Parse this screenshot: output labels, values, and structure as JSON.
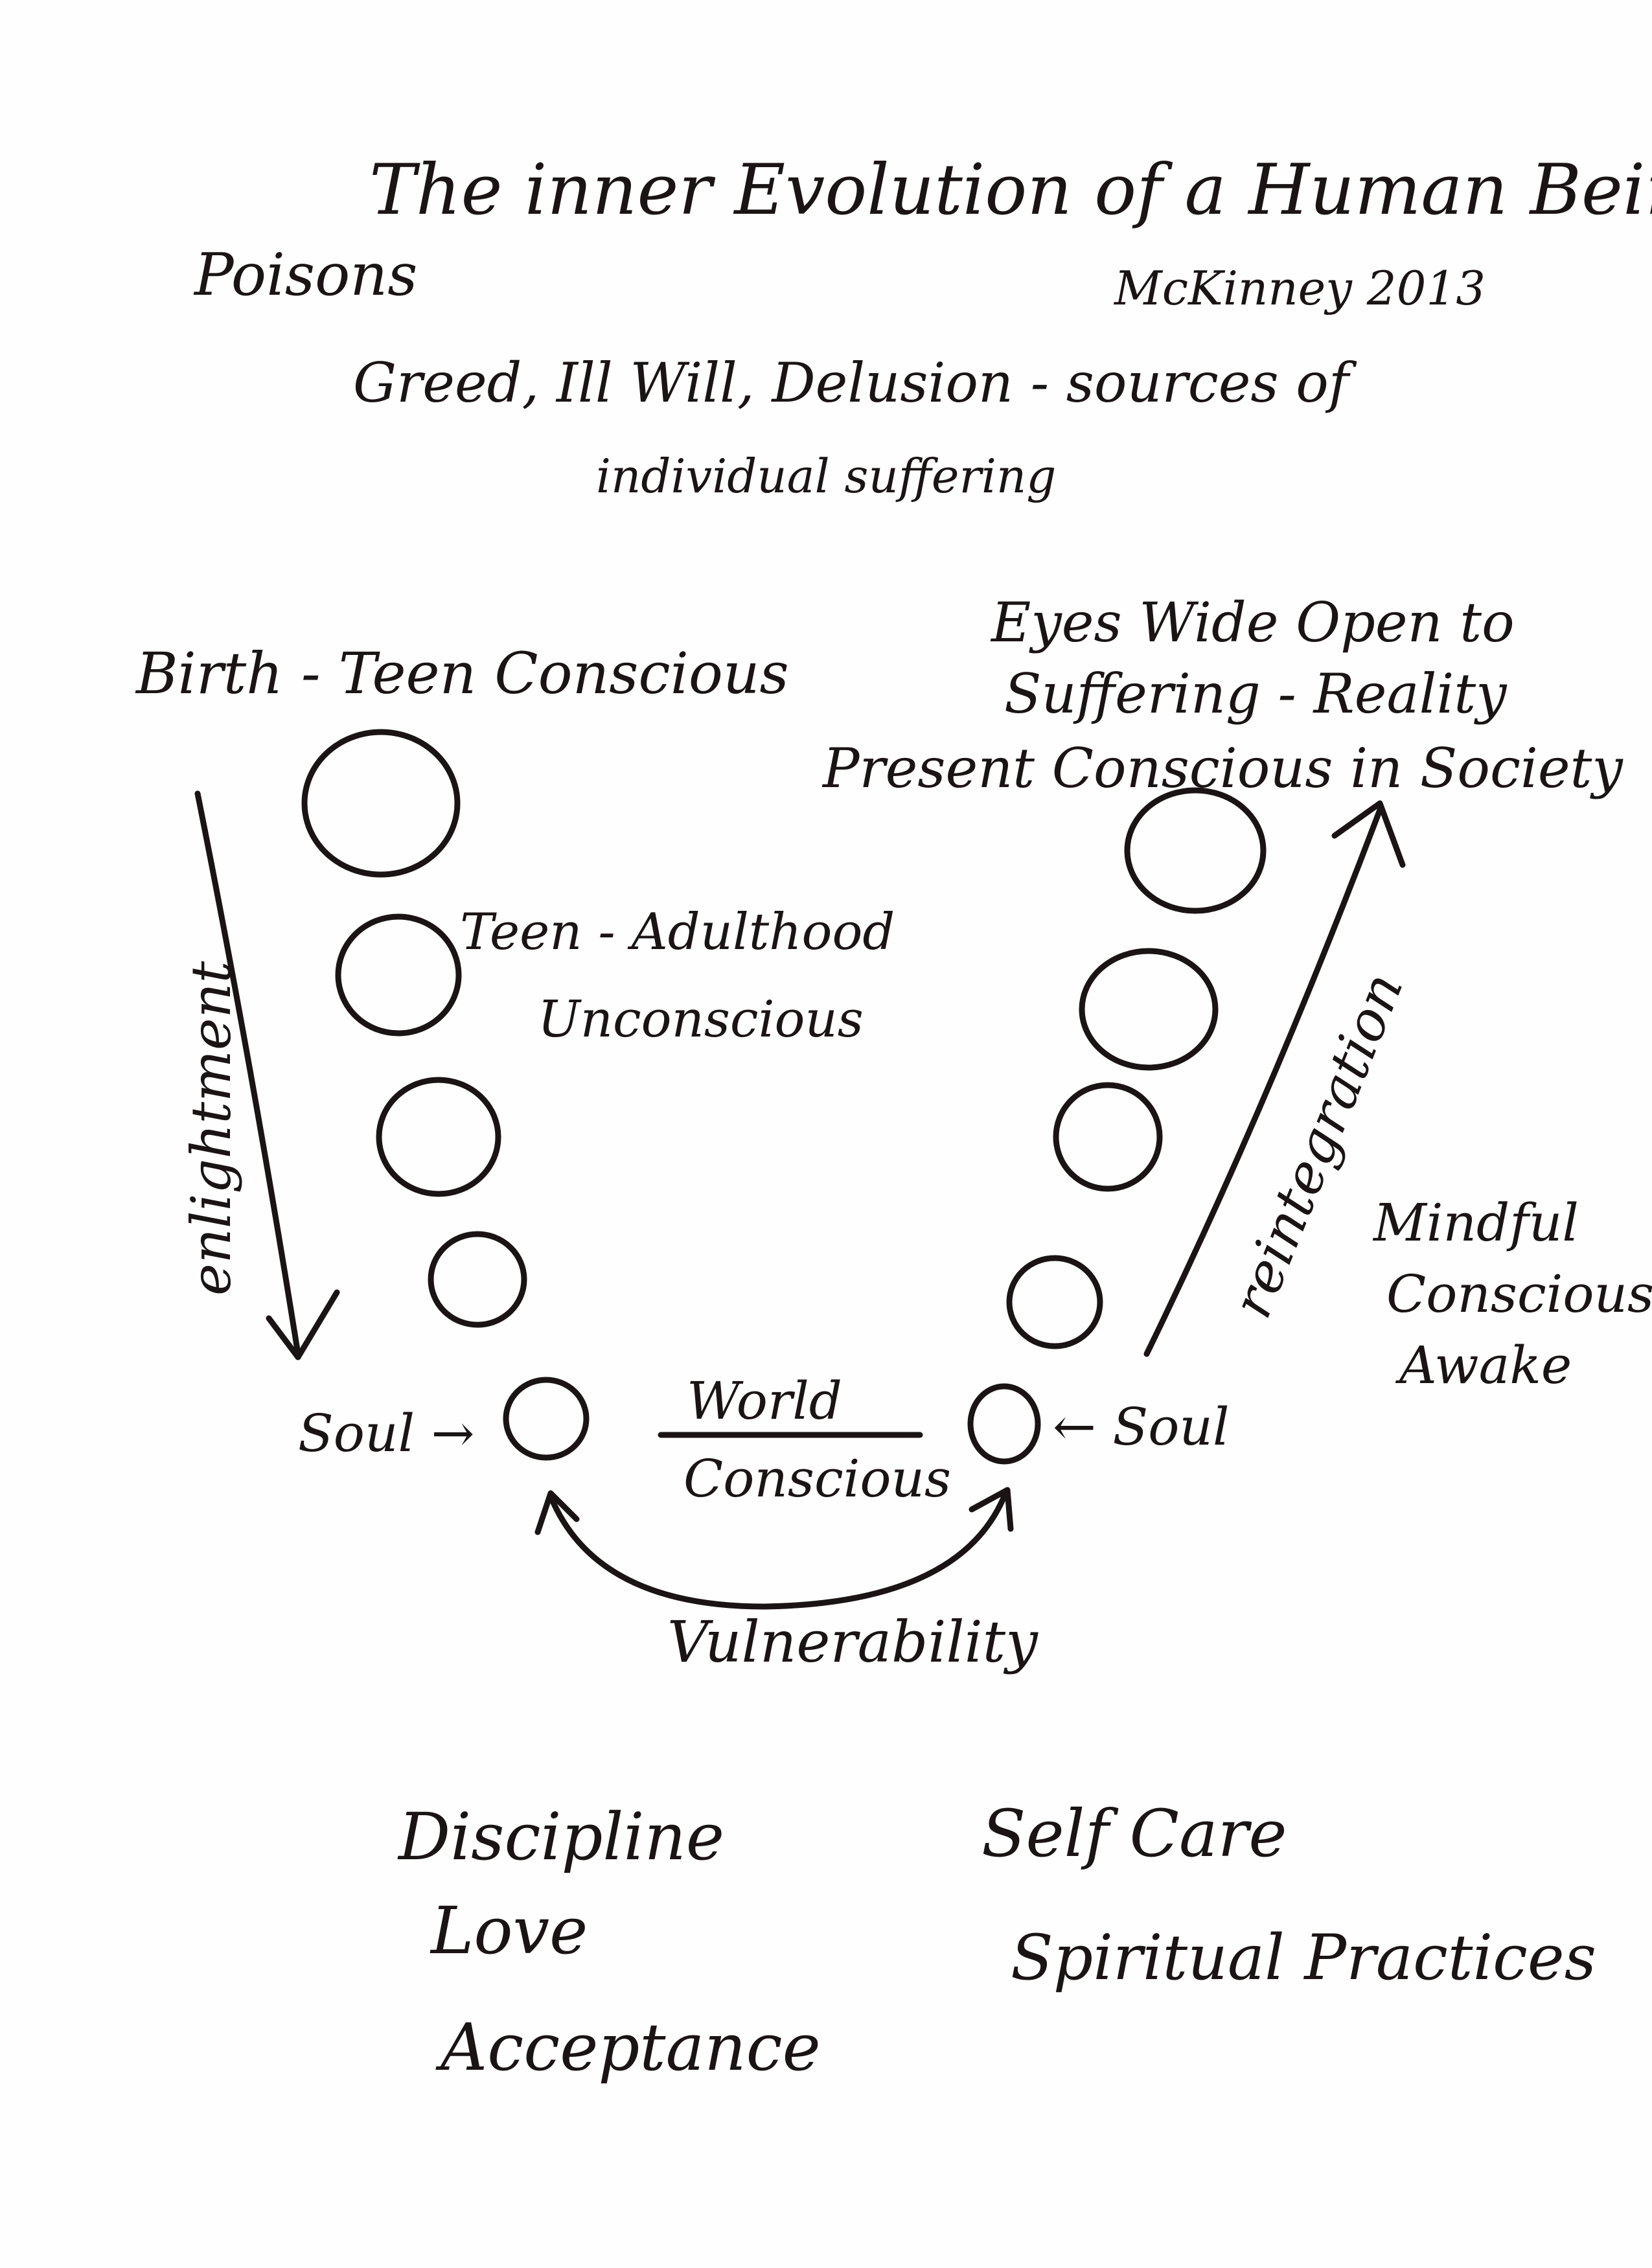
{
  "title": "The inner Evolution of a Human Being",
  "author_year": "McKinney 2013",
  "poisons": {
    "heading": "Poisons",
    "line1": "Greed, Ill Will, Delusion - sources of",
    "line2": "individual suffering"
  },
  "stages": {
    "birth_teen": "Birth - Teen Conscious",
    "teen_adult_line1": "Teen - Adulthood",
    "teen_adult_line2": "Unconscious",
    "eyes_line1": "Eyes Wide Open to",
    "eyes_line2": "Suffering - Reality",
    "eyes_line3": "Present Conscious in Society",
    "mindful_line1": "Mindful",
    "mindful_line2": "Conscious",
    "mindful_line3": "Awake"
  },
  "arrows": {
    "left_label": "enlightment",
    "right_label": "reintegration",
    "bottom_label": "Vulnerability"
  },
  "bottom_center": {
    "numerator": "World",
    "denominator": "Conscious"
  },
  "souls": {
    "left": "Soul →",
    "right": "← Soul"
  },
  "practices": {
    "left": [
      "Discipline",
      "Love",
      "Acceptance"
    ],
    "right": [
      "Self Care",
      "Spiritual Practices"
    ]
  },
  "colors": {
    "ink": "#1a1414",
    "paper": "#fefefe"
  }
}
